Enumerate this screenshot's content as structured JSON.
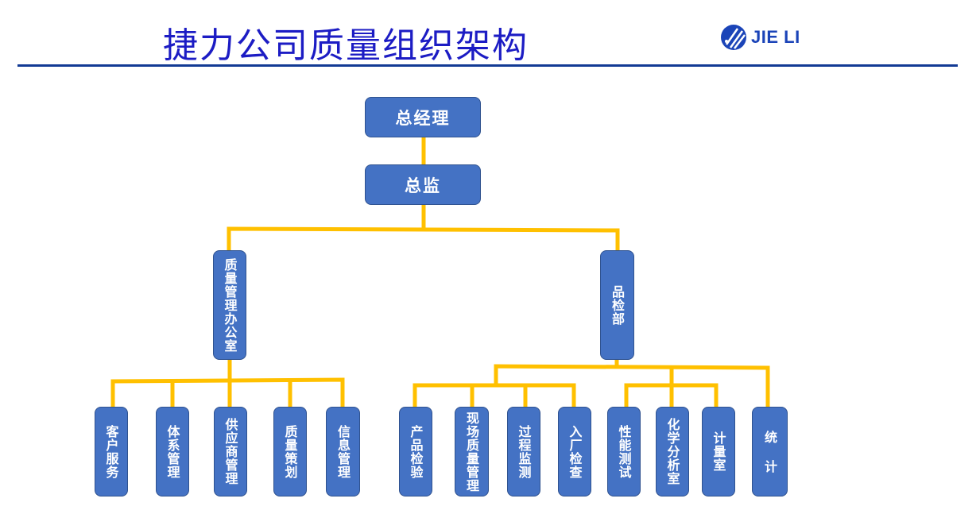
{
  "header": {
    "title": "捷力公司质量组织架构",
    "logo_text": "JIE LI",
    "logo_icon": "jieli-logo-icon",
    "accent_color": "#1c1cc4",
    "rule_color": "#123a94"
  },
  "org_chart": {
    "node_color": "#4472c4",
    "connector_color": "#ffc000",
    "root": "总经理",
    "director": "总监",
    "departments": [
      {
        "name": "质量管理办公室",
        "children": [
          "客户服务",
          "体系管理",
          "供应商管理",
          "质量策划",
          "信息管理"
        ]
      },
      {
        "name": "品检部",
        "children": [
          "产品检验",
          "现场质量管理",
          "过程监测",
          "入厂检查",
          "性能测试",
          "化学分析室",
          "计量室",
          "统 计"
        ]
      }
    ]
  }
}
